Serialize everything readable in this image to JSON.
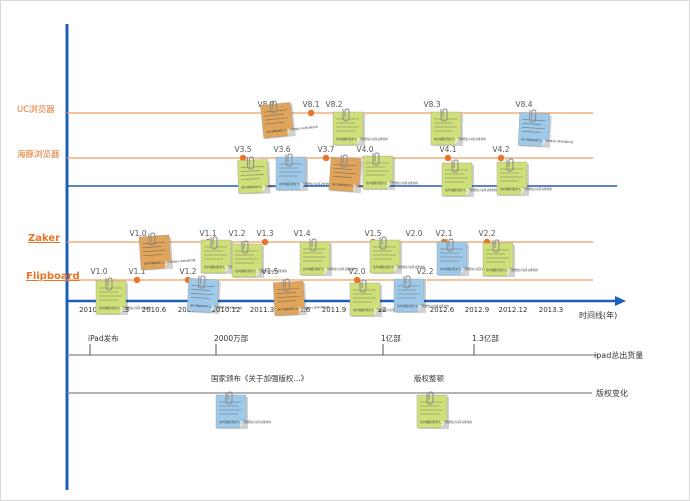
{
  "colors": {
    "axis_blue": "#1f5fb8",
    "lane_orange": "#f0a060",
    "dot_orange": "#e8742a",
    "label_orange": "#e8742a",
    "grey": "#888888",
    "note_green": "#cfe07a",
    "note_blue": "#9ec9e8",
    "note_orange": "#e0a45a"
  },
  "lanes": [
    {
      "id": "uc",
      "label": "UC浏览器"
    },
    {
      "id": "haitun",
      "label": "海豚浏览器"
    },
    {
      "id": "zaker",
      "label": "Zaker"
    },
    {
      "id": "flipboard",
      "label": "Flipboard"
    }
  ],
  "axis": {
    "label": "时间线(年)",
    "ticks": [
      "2010",
      "2010.3",
      "2010.6",
      "2010.9",
      "2010.12",
      "2011.3",
      "2011.6",
      "2011.9",
      "2011.12",
      "2012.6",
      "2012.9",
      "2012.12",
      "2013.3"
    ]
  },
  "versions": {
    "uc": [
      "V8.0",
      "V8.1",
      "V8.2",
      "V8.3",
      "V8.4"
    ],
    "haitun": [
      "V3.5",
      "V3.6",
      "V3.7",
      "V4.0",
      "V4.1",
      "V4.2"
    ],
    "zaker": [
      "V1.0",
      "V1.1",
      "V1.2",
      "V1.3",
      "V1.4",
      "V1.5",
      "V2.0",
      "V2.1",
      "V2.2"
    ],
    "flipboard": [
      "V1.0",
      "V1.1",
      "V1.2",
      "V1.5",
      "V2.0",
      "V2.2"
    ]
  },
  "ipad_row": {
    "label": "ipad总出货量",
    "events": [
      "iPad发布",
      "2000万部",
      "1亿部",
      "1.3亿部"
    ]
  },
  "copyright_row": {
    "label": "版权变化",
    "events": [
      "国家颁布《关于加强版权...》",
      "版权整顿"
    ]
  },
  "note_text": "用户规模持续扩大，开始增加小说等功能内容"
}
